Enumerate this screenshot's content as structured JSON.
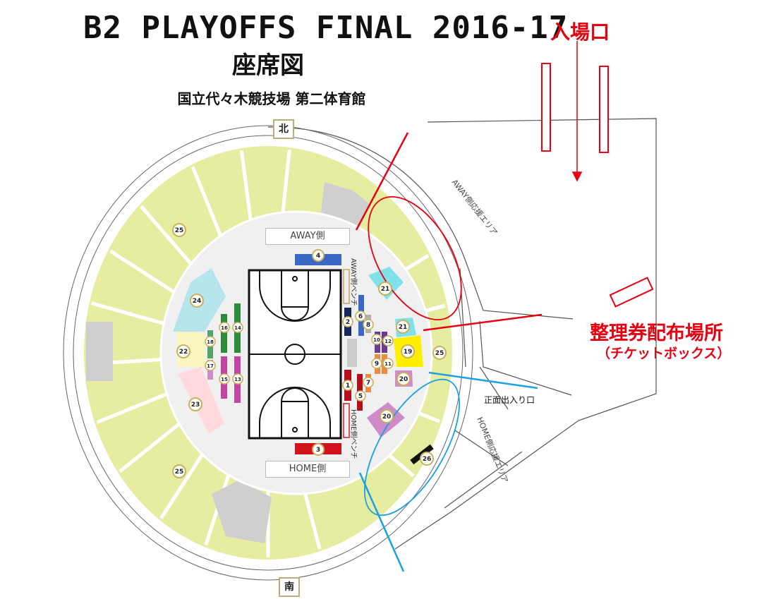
{
  "header": {
    "title": "B2 PLAYOFFS FINAL 2016-17",
    "subtitle": "座席図",
    "venue": "国立代々木競技場 第二体育館"
  },
  "directions": {
    "north": "北",
    "south": "南"
  },
  "sides": {
    "away": "AWAY側",
    "home": "HOME側"
  },
  "benches": {
    "away": "AWAY側ベンチ",
    "home": "HOME側ベンチ"
  },
  "zones": {
    "away_support": "AWAY側応援エリア",
    "home_support": "HOME側応援エリア"
  },
  "entrance": {
    "label": "入場口"
  },
  "ticket_distribution": {
    "label": "整理券配布場所",
    "sub": "（チケットボックス）"
  },
  "main_exit": "正面出入り口",
  "sections": {
    "s1": "1",
    "s2": "2",
    "s3": "3",
    "s4": "4",
    "s5": "5",
    "s6": "6",
    "s7": "7",
    "s8": "8",
    "s9": "9",
    "s10": "10",
    "s11": "11",
    "s12": "12",
    "s13": "13",
    "s14": "14",
    "s15": "15",
    "s16": "16",
    "s17": "17",
    "s18": "18",
    "s19": "19",
    "s20a": "20",
    "s20b": "20",
    "s21a": "21",
    "s21b": "21",
    "s22": "22",
    "s23": "23",
    "s24": "24",
    "s25a": "25",
    "s25b": "25",
    "s25c": "25",
    "s26": "26"
  },
  "colors": {
    "upper_seat": "#e6eda1",
    "concourse": "#f0f0f0",
    "gray_block": "#cfcfcf",
    "section_21": "#80e1ea",
    "section_19": "#ffee00",
    "section_20": "#cf8ac9",
    "section_23": "#ffd9dc",
    "section_22": "#fbf5c0",
    "section_24": "#b7e5ee",
    "section_4": "#3a68c4",
    "section_3": "#d0131a",
    "section_green": "#2d8c3c",
    "section_magenta": "#c245a4",
    "section_navy": "#15285c",
    "section_red": "#b30f1f",
    "section_orange": "#f08a43",
    "section_purple": "#6b3a95",
    "section_badge_border": "#c7b35a",
    "entrance_red": "#e60012",
    "home_blue": "#1aa0e6"
  }
}
